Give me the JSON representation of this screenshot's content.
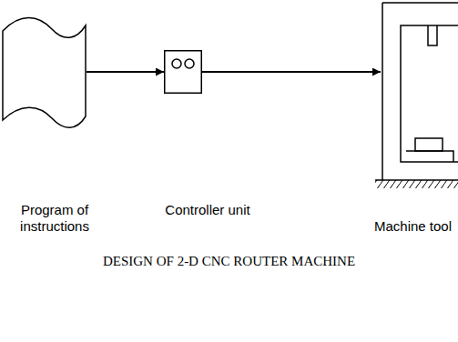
{
  "diagram": {
    "caption": "DESIGN OF 2-D CNC ROUTER MACHINE",
    "nodes": [
      {
        "text": [
          "Program of instructions"
        ]
      },
      {
        "text": [
          "Controller unit"
        ]
      },
      {
        "text": [
          "Machine tool"
        ]
      }
    ],
    "edges": [
      {
        "from": 0,
        "to": 1,
        "arrow": "to"
      },
      {
        "from": 1,
        "to": 2,
        "arrow": "to"
      }
    ]
  }
}
